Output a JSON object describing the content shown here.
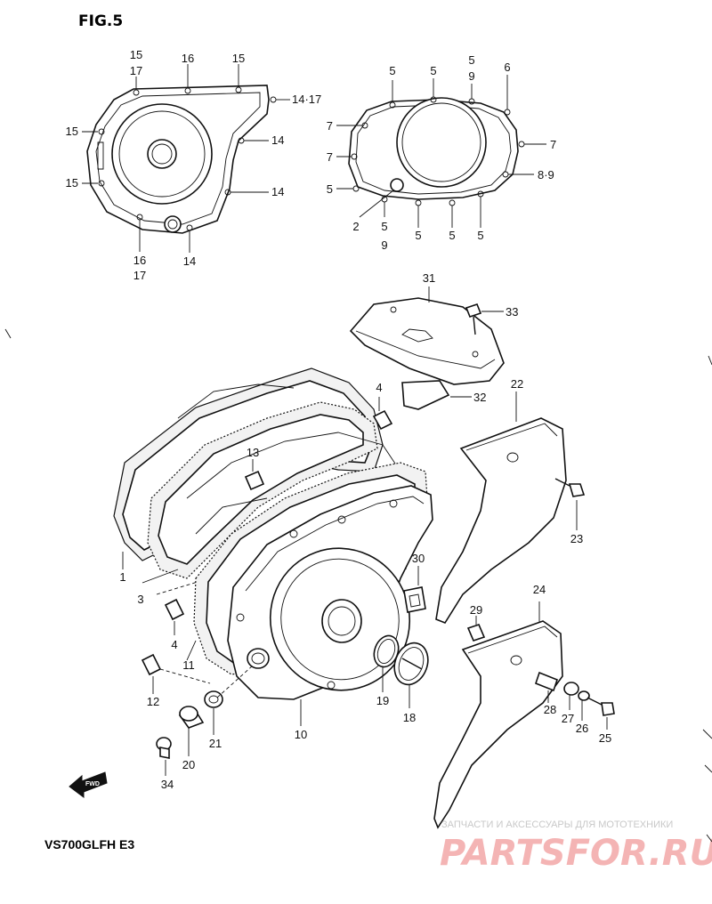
{
  "figure_title": "FIG.5",
  "model_code": "VS700GLFH  E3",
  "fwd_label": "FWD",
  "watermark": {
    "tagline": "ЗАПЧАСТИ И АКСЕССУАРЫ ДЛЯ МОТОТЕХНИКИ",
    "brand": "PARTSFOR.RU"
  },
  "callouts": [
    {
      "id": "c1",
      "text": "15"
    },
    {
      "id": "c2",
      "text": "17"
    },
    {
      "id": "c3",
      "text": "16"
    },
    {
      "id": "c4",
      "text": "15"
    },
    {
      "id": "c5",
      "text": "14·17"
    },
    {
      "id": "c6",
      "text": "15"
    },
    {
      "id": "c7",
      "text": "14"
    },
    {
      "id": "c8",
      "text": "15"
    },
    {
      "id": "c9",
      "text": "14"
    },
    {
      "id": "c10",
      "text": "16"
    },
    {
      "id": "c11",
      "text": "17"
    },
    {
      "id": "c12",
      "text": "14"
    },
    {
      "id": "c13",
      "text": "5"
    },
    {
      "id": "c14",
      "text": "5"
    },
    {
      "id": "c15",
      "text": "5"
    },
    {
      "id": "c16",
      "text": "9"
    },
    {
      "id": "c17",
      "text": "6"
    },
    {
      "id": "c18",
      "text": "7"
    },
    {
      "id": "c19",
      "text": "7"
    },
    {
      "id": "c20",
      "text": "7"
    },
    {
      "id": "c21",
      "text": "5"
    },
    {
      "id": "c22",
      "text": "8·9"
    },
    {
      "id": "c23",
      "text": "2"
    },
    {
      "id": "c24",
      "text": "5"
    },
    {
      "id": "c25",
      "text": "9"
    },
    {
      "id": "c26",
      "text": "5"
    },
    {
      "id": "c27",
      "text": "5"
    },
    {
      "id": "c28",
      "text": "5"
    },
    {
      "id": "c29",
      "text": "31"
    },
    {
      "id": "c30",
      "text": "33"
    },
    {
      "id": "c31",
      "text": "32"
    },
    {
      "id": "c32",
      "text": "4"
    },
    {
      "id": "c33",
      "text": "22"
    },
    {
      "id": "c34",
      "text": "13"
    },
    {
      "id": "c35",
      "text": "23"
    },
    {
      "id": "c36",
      "text": "1"
    },
    {
      "id": "c37",
      "text": "30"
    },
    {
      "id": "c38",
      "text": "3"
    },
    {
      "id": "c39",
      "text": "24"
    },
    {
      "id": "c40",
      "text": "4"
    },
    {
      "id": "c41",
      "text": "29"
    },
    {
      "id": "c42",
      "text": "11"
    },
    {
      "id": "c43",
      "text": "19"
    },
    {
      "id": "c44",
      "text": "12"
    },
    {
      "id": "c45",
      "text": "28"
    },
    {
      "id": "c46",
      "text": "27"
    },
    {
      "id": "c47",
      "text": "18"
    },
    {
      "id": "c48",
      "text": "26"
    },
    {
      "id": "c49",
      "text": "21"
    },
    {
      "id": "c50",
      "text": "10"
    },
    {
      "id": "c51",
      "text": "25"
    },
    {
      "id": "c52",
      "text": "20"
    },
    {
      "id": "c53",
      "text": "34"
    }
  ]
}
